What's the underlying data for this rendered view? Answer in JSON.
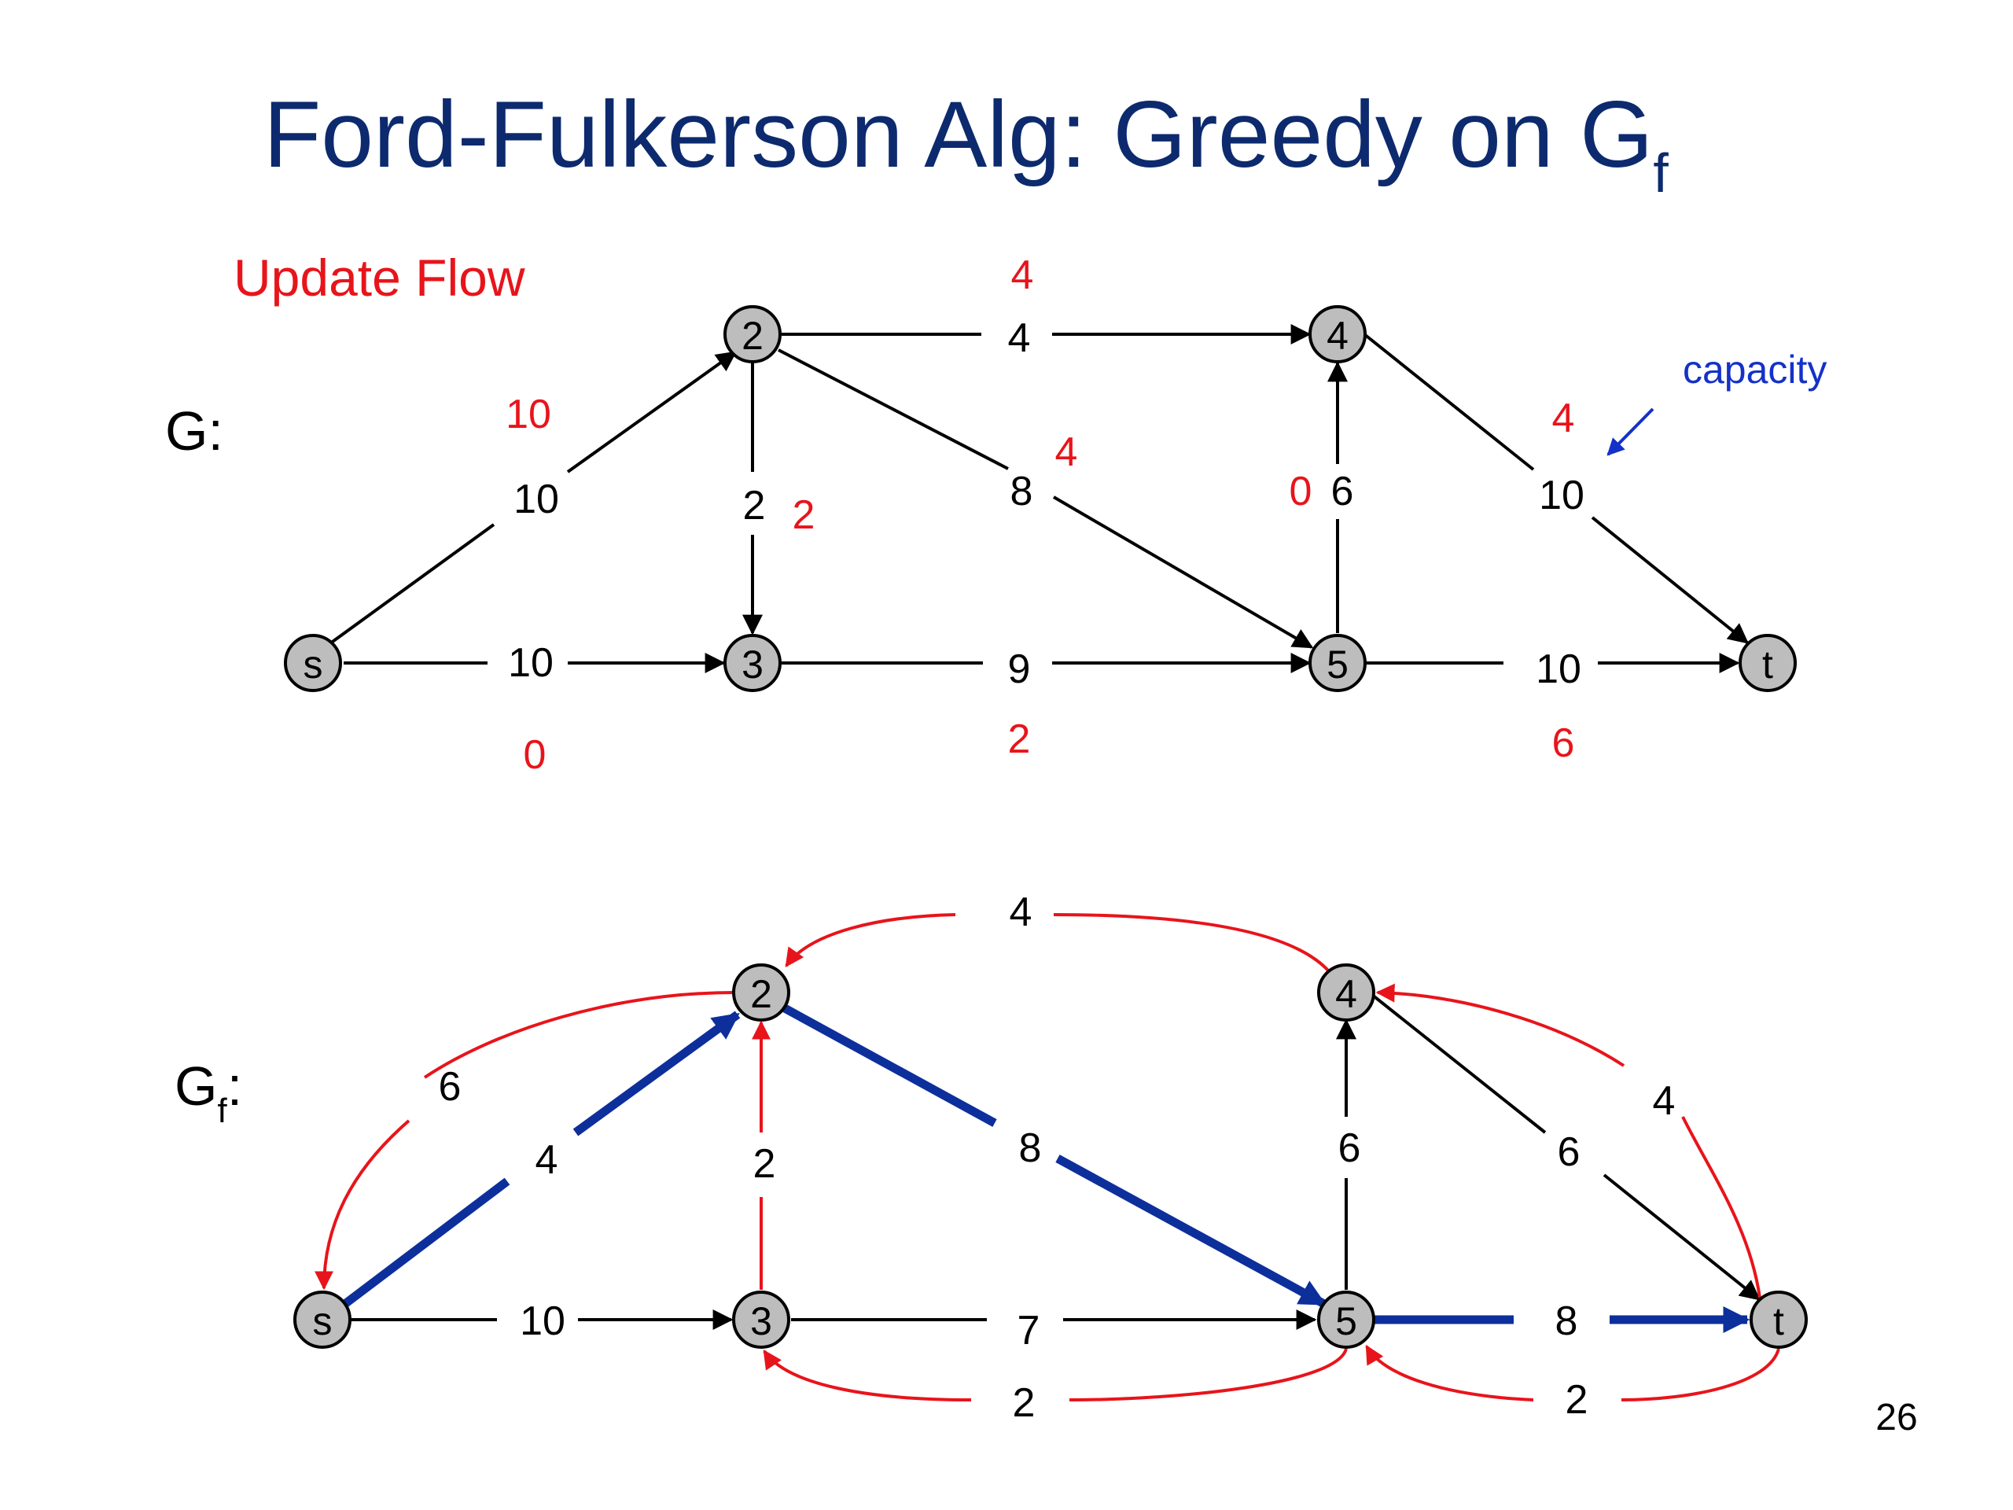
{
  "title": "Ford-Fulkerson Alg: Greedy on G",
  "title_subscript": "f",
  "update_flow": "Update Flow",
  "capacity_note": "capacity",
  "page_number": "26",
  "graph_g": {
    "label": "G:",
    "nodes": [
      "s",
      "2",
      "3",
      "4",
      "5",
      "t"
    ],
    "edges": [
      {
        "from": "s",
        "to": "2",
        "capacity": "10",
        "flow": "10"
      },
      {
        "from": "s",
        "to": "3",
        "capacity": "10",
        "flow": "0"
      },
      {
        "from": "2",
        "to": "3",
        "capacity": "2",
        "flow": "2"
      },
      {
        "from": "2",
        "to": "4",
        "capacity": "4",
        "flow": "4"
      },
      {
        "from": "2",
        "to": "5",
        "capacity": "8",
        "flow": "4"
      },
      {
        "from": "3",
        "to": "5",
        "capacity": "9",
        "flow": "2"
      },
      {
        "from": "5",
        "to": "4",
        "capacity": "6",
        "flow": "0"
      },
      {
        "from": "4",
        "to": "t",
        "capacity": "10",
        "flow": "4"
      },
      {
        "from": "5",
        "to": "t",
        "capacity": "10",
        "flow": "6"
      }
    ]
  },
  "graph_gf": {
    "label": "G",
    "label_subscript": "f",
    "label_suffix": ":",
    "nodes": [
      "s",
      "2",
      "3",
      "4",
      "5",
      "t"
    ],
    "edges": [
      {
        "from": "s",
        "to": "2",
        "residual": "4",
        "kind": "path"
      },
      {
        "from": "2",
        "to": "5",
        "residual": "8",
        "kind": "path"
      },
      {
        "from": "5",
        "to": "t",
        "residual": "8",
        "kind": "path"
      },
      {
        "from": "s",
        "to": "3",
        "residual": "10",
        "kind": "forward"
      },
      {
        "from": "3",
        "to": "5",
        "residual": "7",
        "kind": "forward"
      },
      {
        "from": "5",
        "to": "4",
        "residual": "6",
        "kind": "forward"
      },
      {
        "from": "4",
        "to": "t",
        "residual": "6",
        "kind": "forward"
      },
      {
        "from": "2",
        "to": "s",
        "residual": "6",
        "kind": "backward"
      },
      {
        "from": "3",
        "to": "2",
        "residual": "2",
        "kind": "backward"
      },
      {
        "from": "4",
        "to": "2",
        "residual": "4",
        "kind": "backward"
      },
      {
        "from": "5",
        "to": "3",
        "residual": "2",
        "kind": "backward"
      },
      {
        "from": "t",
        "to": "4",
        "residual": "4",
        "kind": "backward"
      },
      {
        "from": "t",
        "to": "5",
        "residual": "2",
        "kind": "backward"
      }
    ]
  },
  "colors": {
    "title": "#0d2a6e",
    "flow": "#e8141b",
    "path": "#0d2f9c",
    "capacity_note": "#1431c8",
    "node_fill": "#bdbdbd"
  }
}
